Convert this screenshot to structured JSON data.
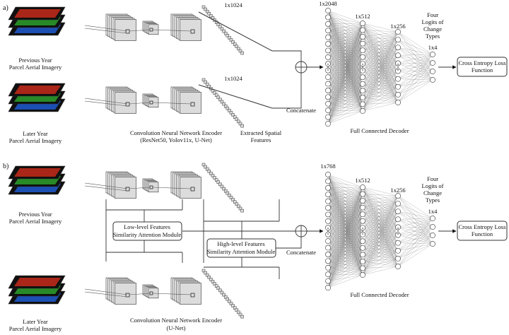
{
  "panel_a": {
    "label": "a)",
    "input_top": [
      "Previous Year",
      "Parcel Aerial Imagery"
    ],
    "input_bottom": [
      "Later Year",
      "Parcel Aerial Imagery"
    ],
    "feature_top": "1x1024",
    "feature_bottom": "1x1024",
    "encoder": [
      "Convolution Neural Network Encoder",
      "(ResNet50, Yolov11x, U-Net)"
    ],
    "extracted": [
      "Extracted Spatial",
      "Features"
    ],
    "concatenate": "Concatenate",
    "layer_sizes": [
      "1x2048",
      "1x512",
      "1x256",
      "1x4"
    ],
    "logits": [
      "Four",
      "Logits of",
      "Change",
      "Types"
    ],
    "decoder": "Full Connected Decoder",
    "loss": [
      "Cross Entropy Loss",
      "Function"
    ]
  },
  "panel_b": {
    "label": "b)",
    "input_top": [
      "Previous Year",
      "Parcel Aerial Imagery"
    ],
    "input_bottom": [
      "Later Year",
      "Parcel Aerial Imagery"
    ],
    "low_module": [
      "Low-level Features",
      "Similarity Attention Module"
    ],
    "high_module": [
      "High-level Features",
      "Similarity Attention Module"
    ],
    "encoder": [
      "Convolution Neural Network Encoder",
      "(U-Net)"
    ],
    "concatenate": "Concatenate",
    "layer_sizes": [
      "1x768",
      "1x512",
      "1x256",
      "1x4"
    ],
    "logits": [
      "Four",
      "Logits of",
      "Change",
      "Types"
    ],
    "decoder": "Full Connected Decoder",
    "loss": [
      "Cross Entropy Loss",
      "Function"
    ]
  },
  "colors": {
    "red": "#c62a1a",
    "green": "#2ca02c",
    "blue": "#1f5bd1",
    "line": "#333333",
    "node": "#ffffff",
    "block": "#dcdcdc"
  }
}
